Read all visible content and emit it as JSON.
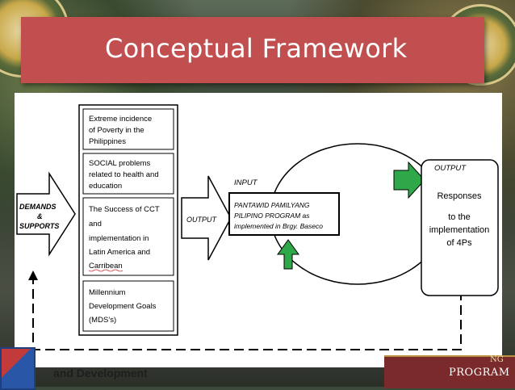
{
  "slide": {
    "title": "Conceptual Framework"
  },
  "diagram": {
    "left_arrow_label_1": "DEMANDS",
    "left_arrow_label_2": "&",
    "left_arrow_label_3": "SUPPORTS",
    "boxes": [
      {
        "lines": [
          "Extreme incidence",
          "of Poverty in the",
          "Philippines"
        ]
      },
      {
        "lines": [
          "SOCIAL problems",
          "related to health and",
          "education"
        ]
      },
      {
        "lines": [
          "The Success of CCT",
          "and",
          "implementation in",
          "Latin America and",
          "Carribean"
        ]
      },
      {
        "lines": [
          "Millennium",
          "Development Goals",
          "(MDS’s)"
        ]
      }
    ],
    "middle_arrow_label": "OUTPUT",
    "input_label": "INPUT",
    "program_lines": [
      "PANTAWID PAMILYANG",
      "PILIPINO PROGRAM as",
      "implemented in Brgy. Baseco"
    ],
    "output_box_title": "OUTPUT",
    "output_box_lines": [
      "Responses",
      "to the",
      "implementation",
      "of 4Ps"
    ]
  },
  "footer": {
    "left_text": "and Development",
    "right_text": "PROGRAM",
    "right_small": "NG"
  },
  "colors": {
    "title_bar": "#c24f4f",
    "green_arrow": "#2fa84a"
  }
}
